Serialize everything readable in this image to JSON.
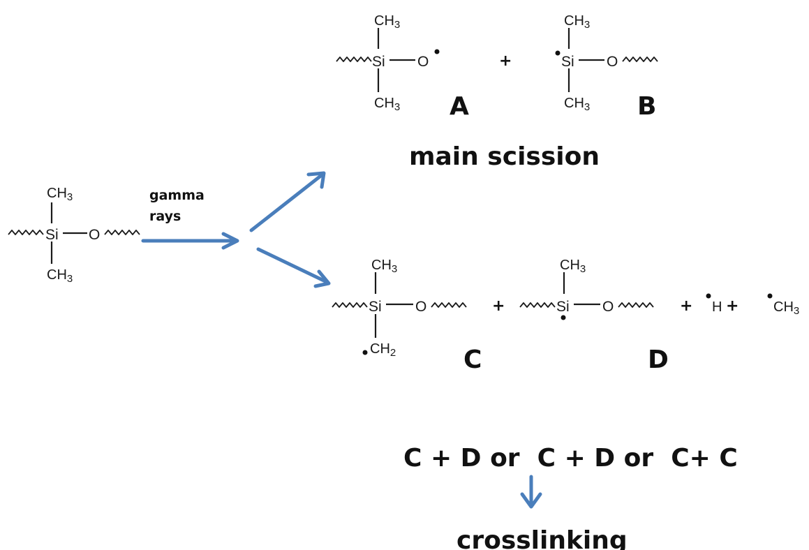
{
  "atoms": {
    "si": "Si",
    "o": "O",
    "ch3": "CH",
    "ch2": "CH",
    "h": "H",
    "sub3": "3",
    "sub2": "2",
    "plus": "+"
  },
  "reagent": {
    "line1": "gamma",
    "line2": "rays"
  },
  "labels": {
    "a": "A",
    "b": "B",
    "c": "C",
    "d": "D"
  },
  "pathways": {
    "main_scission": "main scission",
    "combination": "C + D or  C + D or  C+ C",
    "crosslinking": "crosslinking"
  },
  "colors": {
    "arrow": "#4a7ebb",
    "text": "#111111"
  }
}
